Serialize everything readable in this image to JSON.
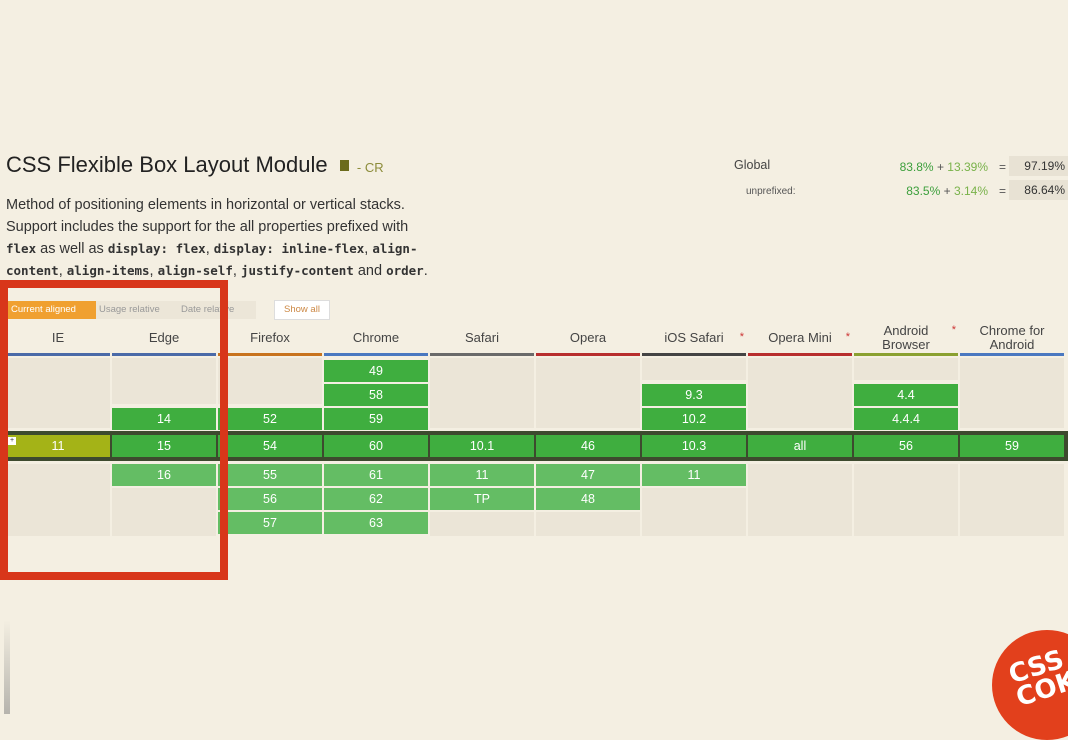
{
  "title": "CSS Flexible Box Layout Module",
  "status": "- CR",
  "description": {
    "line1": "Method of positioning elements in horizontal or vertical stacks.",
    "line2": "Support includes the support for the all properties prefixed with",
    "code_flex": "flex",
    "text_as_well": " as well as ",
    "code_display_flex": "display: flex",
    "comma1": ", ",
    "code_display_inline_flex": "display: inline-flex",
    "comma2": ", ",
    "code_align_content_1": "align-",
    "code_align_content_2": "content",
    "comma3": ", ",
    "code_align_items": "align-items",
    "comma4": ", ",
    "code_align_self": "align-self",
    "comma5": ", ",
    "code_justify_content": "justify-content",
    "text_and": " and ",
    "code_order": "order",
    "period": "."
  },
  "stats": {
    "global_label": "Global",
    "global_full": "83.8%",
    "plus1": " + ",
    "global_partial": "13.39%",
    "eq1": "=",
    "global_total": "97.19%",
    "unprefixed_label": "unprefixed:",
    "unprefixed_full": "83.5%",
    "plus2": " + ",
    "unprefixed_partial": "3.14%",
    "eq2": "=",
    "unprefixed_total": "86.64%"
  },
  "views": {
    "current_aligned": "Current aligned",
    "usage_relative": "Usage relative",
    "date_relative": "Date relative",
    "show_all": "Show all"
  },
  "browsers": [
    {
      "name": "IE",
      "color": "#4a6aa8"
    },
    {
      "name": "Edge",
      "color": "#4a6aa8"
    },
    {
      "name": "Firefox",
      "color": "#c8731e"
    },
    {
      "name": "Chrome",
      "color": "#4a78c0"
    },
    {
      "name": "Safari",
      "color": "#6a6a6a"
    },
    {
      "name": "Opera",
      "color": "#b82e2e"
    },
    {
      "name": "iOS Safari",
      "color": "#444444"
    },
    {
      "name": "Opera Mini",
      "color": "#b82e2e"
    },
    {
      "name": "Android Browser",
      "color": "#8aa030"
    },
    {
      "name": "Chrome for Android",
      "color": "#4a78c0"
    }
  ],
  "star": "*",
  "versions": {
    "ie_current": "11",
    "edge": [
      "14",
      "15",
      "16"
    ],
    "firefox": [
      "52",
      "54",
      "55",
      "56",
      "57"
    ],
    "chrome": [
      "49",
      "58",
      "59",
      "60",
      "61",
      "62",
      "63"
    ],
    "safari": [
      "10.1",
      "11",
      "TP"
    ],
    "opera": [
      "46",
      "47",
      "48"
    ],
    "ios_safari": [
      "9.3",
      "10.2",
      "10.3",
      "11"
    ],
    "opera_mini": "all",
    "android_browser": [
      "4.4",
      "4.4.4",
      "56"
    ],
    "chrome_android": "59"
  },
  "colors": {
    "supported": "#3fae3f",
    "supported_future": "#64bd64",
    "partial": "#a4b317",
    "highlight": "#d8361a"
  },
  "logo_text": "CSS COK"
}
